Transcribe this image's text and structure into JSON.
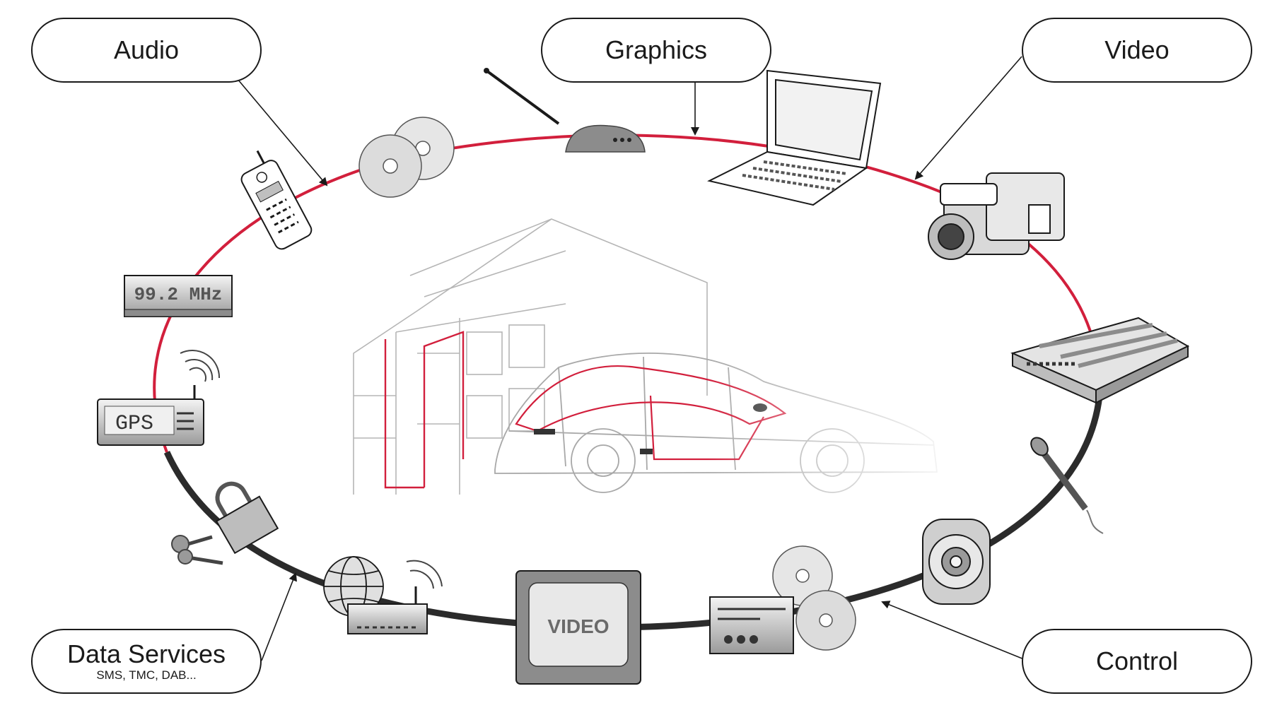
{
  "labels": {
    "audio": "Audio",
    "graphics": "Graphics",
    "video": "Video",
    "data_services": "Data Services",
    "data_services_sub": "SMS, TMC, DAB...",
    "control": "Control"
  },
  "devices": {
    "radio_display": "99.2 MHz",
    "gps_display": "GPS",
    "video_box": "VIDEO"
  },
  "colors": {
    "ring_red": "#d21f3c",
    "ring_dark": "#2b2b2b",
    "outline": "#1a1a1a",
    "device_grey": "#8c8c8c",
    "sketch_grey": "#b5b5b5"
  }
}
